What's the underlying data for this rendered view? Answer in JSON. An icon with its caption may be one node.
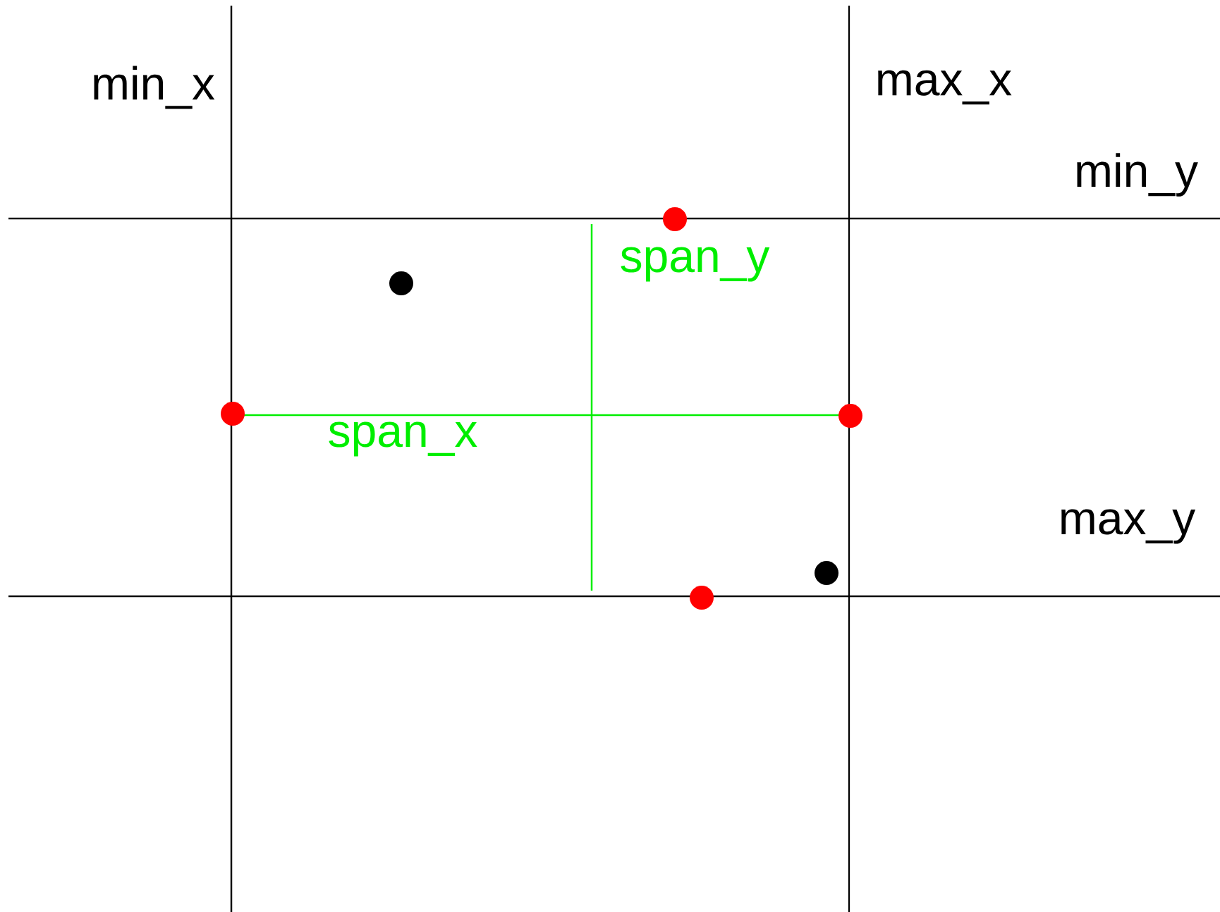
{
  "diagram": {
    "labels": [
      "min_x",
      "max_x",
      "min_y",
      "span_y",
      "span_x",
      "max_y"
    ]
  }
}
